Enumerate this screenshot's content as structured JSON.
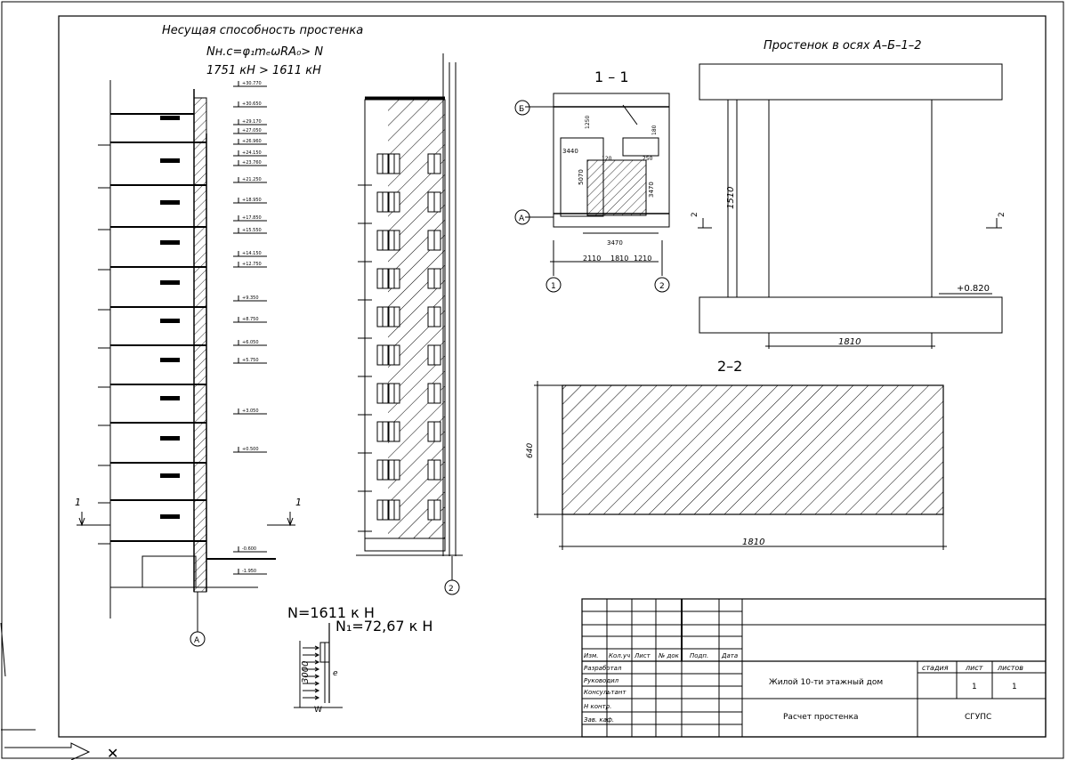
{
  "header": {
    "title": "Несущая способность простенка",
    "formula": "Nн.с=φ₁mₑωRA₀> N",
    "comparison": "1751  кН > 1611  кН"
  },
  "wall_title": "Простенок в осях А–Б–1–2",
  "section_11": {
    "label": "1 – 1",
    "axis_b": "Б",
    "axis_a": "А",
    "axis_1": "1",
    "axis_2": "2",
    "dims": [
      "3440",
      "3470",
      "3470",
      "5070",
      "2110",
      "1810",
      "1210",
      "1250",
      "120",
      "250",
      "180"
    ]
  },
  "pier_elevation": {
    "height_dim": "1510",
    "width_dim": "1810",
    "mark": "+0.820",
    "cut_left": "2",
    "cut_right": "2"
  },
  "section_22": {
    "label": "2–2",
    "depth_dim": "640",
    "width_dim": "1810"
  },
  "elevation_left": {
    "cut_left": "1",
    "cut_right": "1",
    "axis": "А",
    "levels": [
      "+30.770",
      "+30.650",
      "+29.170",
      "+27.050",
      "+26.960",
      "+24.150",
      "+23.760",
      "+21.250",
      "+18.950",
      "+17.850",
      "+15.550",
      "+14.150",
      "+12.750",
      "+9.350",
      "+8.750",
      "+6.050",
      "+5.750",
      "+3.050",
      "+0.500",
      "-0.600",
      "-1.950"
    ]
  },
  "elevation_right": {
    "axis": "2"
  },
  "load_scheme": {
    "n_label": "N=1611 к Н",
    "n1_label": "N₁=72,67 к Н",
    "height": "3000",
    "ecc": "e",
    "w_label": "W"
  },
  "title_block": {
    "headers": [
      "Изм.",
      "Кол.уч",
      "Лист",
      "№ док",
      "Подп.",
      "Дата"
    ],
    "roles": [
      "Разработал",
      "Руководил",
      "Консультант",
      "Н контр.",
      "Зав. каф."
    ],
    "project": "Жилой 10-ти этажный дом",
    "drawing": "Расчет простенка",
    "stage_label": "стадия",
    "sheet_label": "лист",
    "sheets_label": "листов",
    "sheet_no": "1",
    "sheets_total": "1",
    "org": "СГУПС"
  }
}
